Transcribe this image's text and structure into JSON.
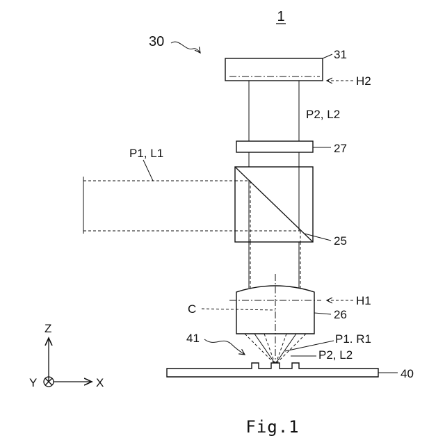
{
  "figure": {
    "device_label": "1",
    "caption": "Fig.1"
  },
  "labels": {
    "sensor_unit": "30",
    "detector": "31",
    "plane_h2": "H2",
    "beam_p2_l2_top": "P2, L2",
    "plate": "27",
    "beam_p1_l1": "P1, L1",
    "beam_splitter": "25",
    "plane_h1": "H1",
    "axis_c": "C",
    "lens": "26",
    "target_region": "41",
    "beam_p1_r1": "P1. R1",
    "beam_p2_l2_bottom": "P2, L2",
    "substrate": "40"
  },
  "axes": {
    "z": "Z",
    "x": "X",
    "y": "Y"
  }
}
